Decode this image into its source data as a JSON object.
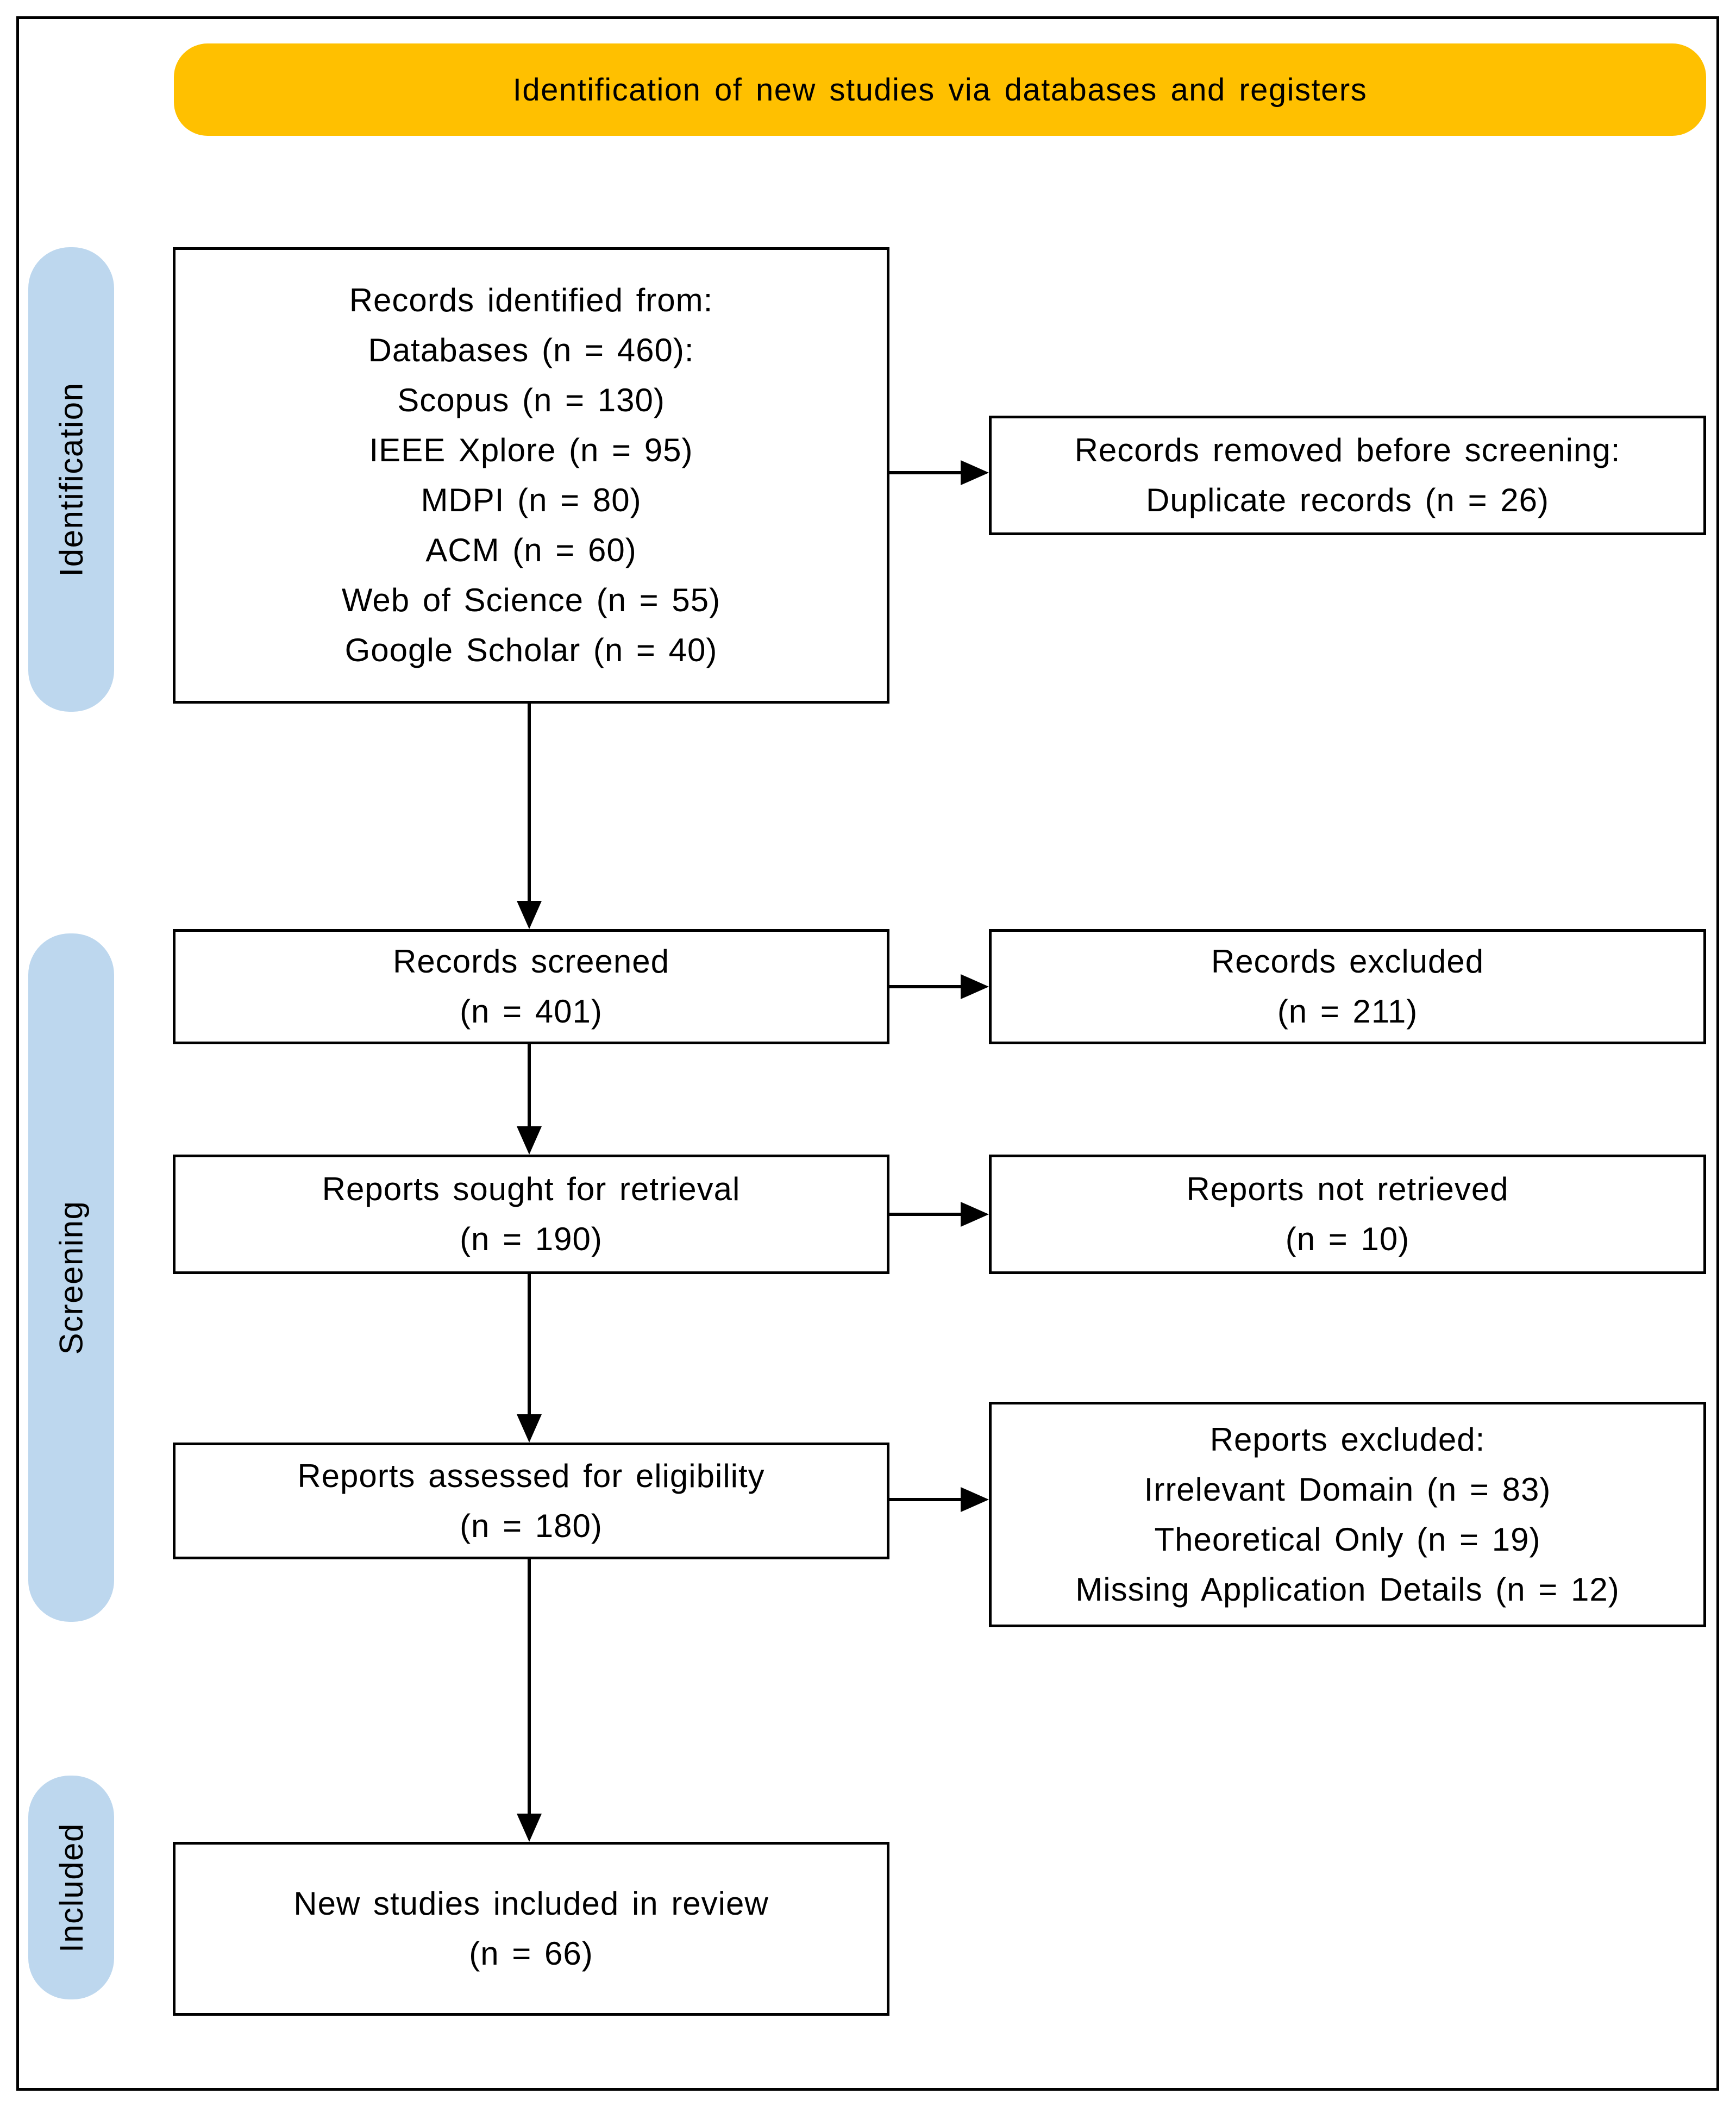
{
  "banner": {
    "title": "Identification of new studies via databases and registers"
  },
  "colors": {
    "banner_bg": "#FFC000",
    "stage_bg": "#BDD7EE",
    "box_border": "#000000",
    "arrow": "#000000",
    "page_bg": "#FFFFFF"
  },
  "stages": {
    "identification": "Identification",
    "screening": "Screening",
    "included": "Included"
  },
  "boxes": {
    "records_identified": {
      "lines": [
        "Records identified from:",
        "Databases (n = 460):",
        "Scopus (n = 130)",
        "IEEE Xplore (n = 95)",
        "MDPI (n = 80)",
        "ACM (n = 60)",
        "Web of Science (n = 55)",
        "Google Scholar (n = 40)"
      ]
    },
    "records_removed": {
      "lines": [
        "Records removed before screening:",
        "Duplicate records (n = 26)"
      ]
    },
    "records_screened": {
      "lines": [
        "Records screened",
        "(n = 401)"
      ]
    },
    "records_excluded": {
      "lines": [
        "Records excluded",
        "(n = 211)"
      ]
    },
    "reports_sought": {
      "lines": [
        "Reports sought for retrieval",
        "(n = 190)"
      ]
    },
    "reports_not_retrieved": {
      "lines": [
        "Reports not retrieved",
        "(n = 10)"
      ]
    },
    "reports_assessed": {
      "lines": [
        "Reports assessed for eligibility",
        "(n = 180)"
      ]
    },
    "reports_excluded": {
      "lines": [
        "Reports excluded:",
        "Irrelevant Domain (n = 83)",
        "Theoretical Only (n = 19)",
        "Missing Application Details (n = 12)"
      ]
    },
    "studies_included": {
      "lines": [
        "New studies included in review",
        "(n = 66)"
      ]
    }
  }
}
